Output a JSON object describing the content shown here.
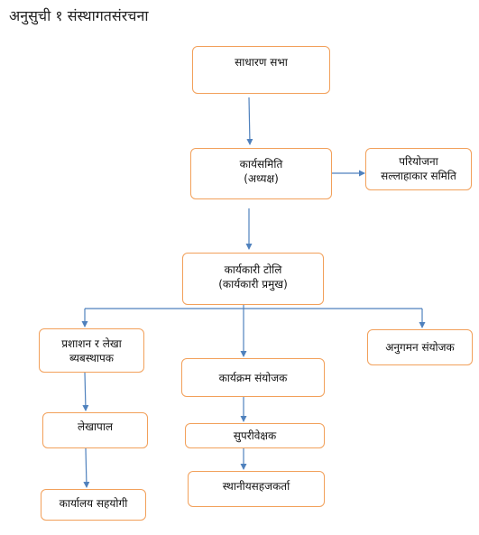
{
  "title": "अनुसुची १ संस्थागतसंरचना",
  "colors": {
    "box_border": "#f2a05a",
    "connector": "#4f81bd"
  },
  "nodes": {
    "general_assembly": {
      "line1": "साधारण सभा"
    },
    "executive_committee": {
      "line1": "कार्यसमिति",
      "line2": "(अध्यक्ष)"
    },
    "project_advisory_committee": {
      "line1": "परियोजना",
      "line2": "सल्लाहाकार समिति"
    },
    "executive_team": {
      "line1": "कार्यकारी टोलि",
      "line2": "(कार्यकारी प्रमुख)"
    },
    "admin_finance_manager": {
      "line1": "प्रशाशन र लेखा",
      "line2": "ब्यबस्थापक"
    },
    "program_coordinator": {
      "line1": "कार्यक्रम संयोजक"
    },
    "monitoring_coordinator": {
      "line1": "अनुगमन संयोजक"
    },
    "accountant": {
      "line1": "लेखापाल"
    },
    "supervisor": {
      "line1": "सुपरीवेक्षक"
    },
    "office_assistant": {
      "line1": "कार्यालय सहयोगी"
    },
    "local_facilitator": {
      "line1": "स्थानीयसहजकर्ता"
    }
  }
}
